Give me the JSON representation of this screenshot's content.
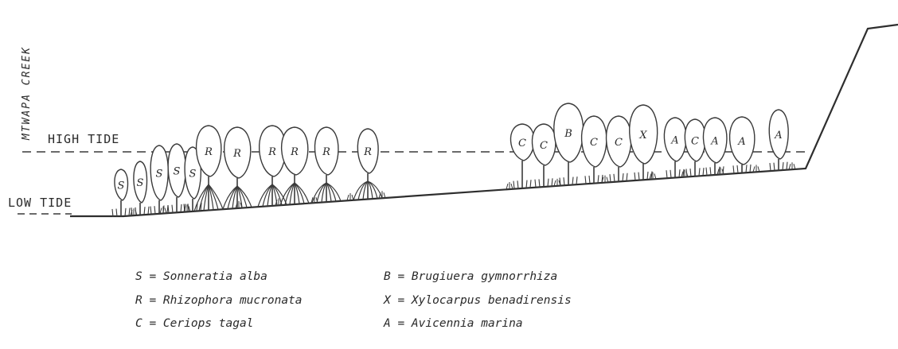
{
  "creek_label": "MTWAPA CREEK",
  "high_tide_label": "HIGH TIDE",
  "low_tide_label": "LOW TIDE",
  "colors": {
    "ink": "#3a3a3a",
    "background": "#ffffff"
  },
  "trees": [
    {
      "letter": "S"
    },
    {
      "letter": "S"
    },
    {
      "letter": "S"
    },
    {
      "letter": "S"
    },
    {
      "letter": "S"
    },
    {
      "letter": "R"
    },
    {
      "letter": "R"
    },
    {
      "letter": "R"
    },
    {
      "letter": "R"
    },
    {
      "letter": "R"
    },
    {
      "letter": "R"
    },
    {
      "letter": "C"
    },
    {
      "letter": "C"
    },
    {
      "letter": "B"
    },
    {
      "letter": "C"
    },
    {
      "letter": "C"
    },
    {
      "letter": "X"
    },
    {
      "letter": "A"
    },
    {
      "letter": "C"
    },
    {
      "letter": "A"
    },
    {
      "letter": "A"
    },
    {
      "letter": "A"
    }
  ],
  "legend": {
    "left": [
      "S = Sonneratia alba",
      "R = Rhizophora mucronata",
      "C = Ceriops tagal"
    ],
    "right": [
      "B = Brugiuera gymnorrhiza",
      "X = Xylocarpus benadirensis",
      "A = Avicennia marina"
    ]
  }
}
